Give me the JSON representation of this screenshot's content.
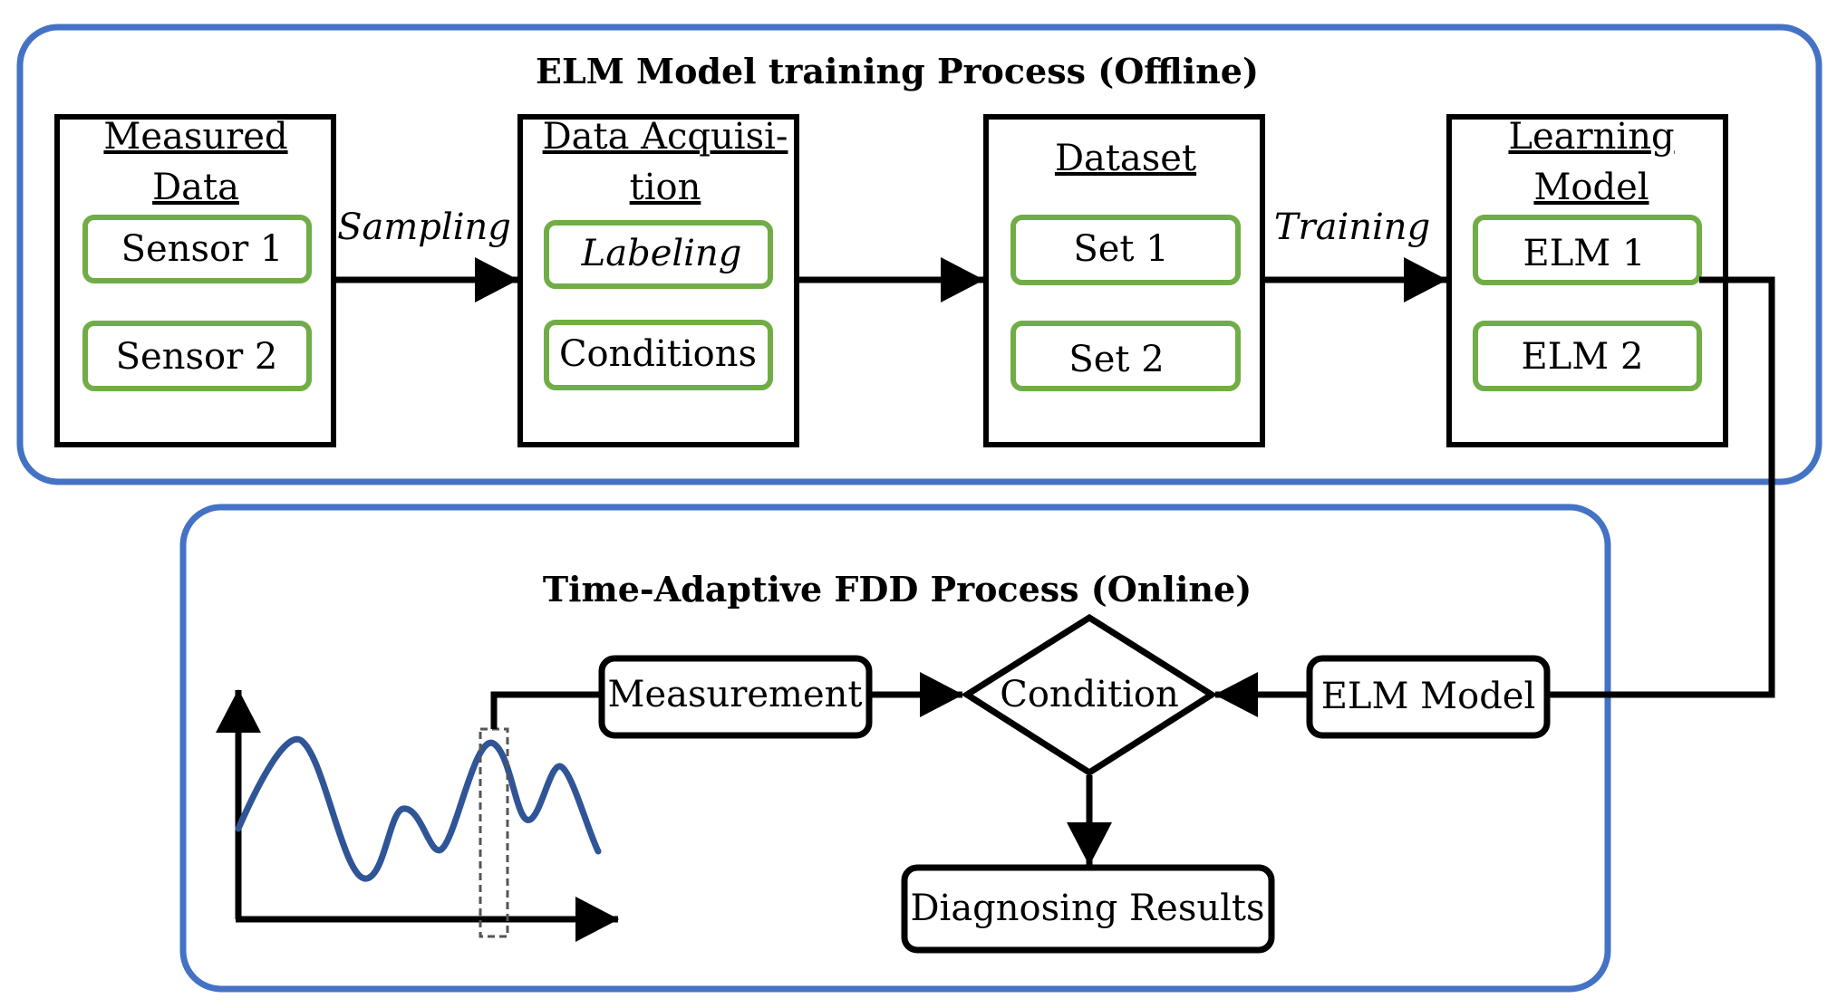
{
  "colors": {
    "panel_border": "#4472C4",
    "inner_border": "#70AD47",
    "wave": "#2F5597",
    "stroke": "#000000",
    "dashed_window": "#555555"
  },
  "offline": {
    "title": "ELM Model training Process (Offline)",
    "blocks": [
      {
        "heading_lines": [
          "Measured ",
          "Data"
        ],
        "items": [
          "Sensor 1",
          "Sensor 2"
        ]
      },
      {
        "heading_lines": [
          "Data Acquisi-",
          "tion"
        ],
        "items": [
          "Labeling",
          "Conditions"
        ]
      },
      {
        "heading_lines": [
          "Dataset"
        ],
        "items": [
          "Set 1",
          "Set 2"
        ]
      },
      {
        "heading_lines": [
          "Learning ",
          "Model"
        ],
        "items": [
          "ELM 1",
          "ELM 2"
        ]
      }
    ],
    "edge_labels": {
      "sampling": "Sampling",
      "training": "Training"
    }
  },
  "online": {
    "title": "Time-Adaptive FDD Process (Online)",
    "measurement": "Measurement",
    "condition": "Condition",
    "elm_model": "ELM Model",
    "diagnosing_results": "Diagnosing Results"
  }
}
